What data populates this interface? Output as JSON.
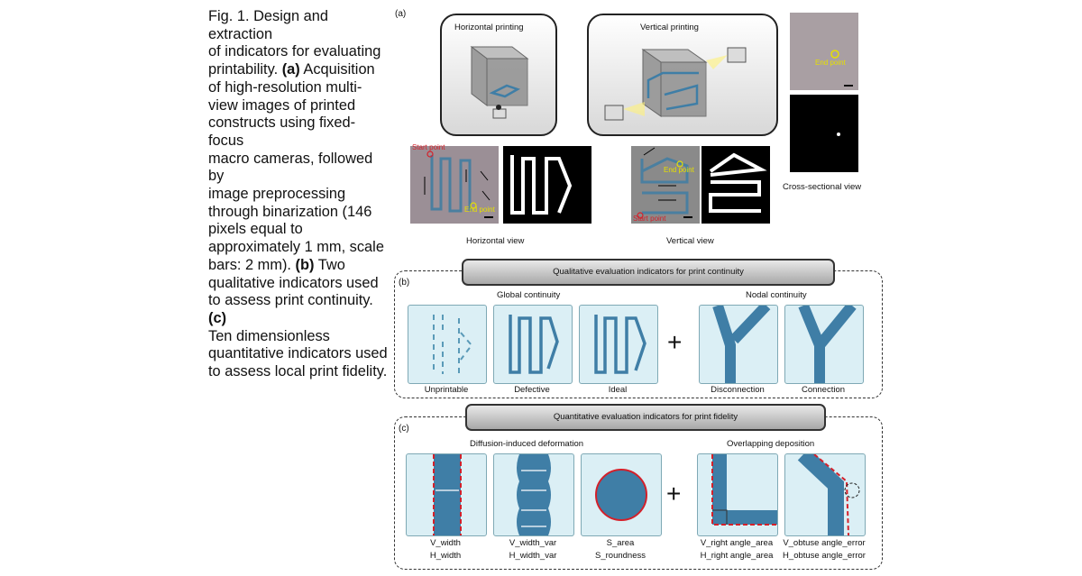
{
  "caption": {
    "lines": [
      "Fig. 1. Design and extraction",
      "of indicators for evaluating",
      "printability.",
      "(a)",
      "Acquisition",
      "of high-resolution multi-",
      "view images of printed",
      "constructs using fixed-focus",
      "macro cameras, followed by",
      "image preprocessing",
      "through binarization (146",
      "pixels equal to",
      "approximately 1 mm, scale",
      "bars: 2 mm).",
      "(b)",
      "Two",
      "qualitative indicators used",
      "to assess print continuity.",
      "(c)",
      "Ten dimensionless",
      "quantitative indicators used",
      "to assess local print fidelity."
    ]
  },
  "panel_a": {
    "letter": "(a)",
    "horizontal_printing": "Horizontal printing",
    "vertical_printing": "Vertical printing",
    "start_point": "Start point",
    "end_point": "End point",
    "horizontal_view": "Horizontal view",
    "vertical_view": "Vertical view",
    "cross_sectional_view": "Cross-sectional view"
  },
  "panel_b": {
    "letter": "(b)",
    "title": "Qualitative evaluation indicators for print continuity",
    "global": "Global continuity",
    "nodal": "Nodal continuity",
    "plus": "+",
    "tiles": [
      "Unprintable",
      "Defective",
      "Ideal",
      "Disconnection",
      "Connection"
    ]
  },
  "panel_c": {
    "letter": "(c)",
    "title": "Quantitative evaluation indicators for print fidelity",
    "diffusion": "Diffusion-induced deformation",
    "overlap": "Overlapping deposition",
    "plus": "+",
    "tiles": [
      {
        "l1": "V_width",
        "l2": "H_width"
      },
      {
        "l1": "V_width_var",
        "l2": "H_width_var"
      },
      {
        "l1": "S_area",
        "l2": "S_roundness"
      },
      {
        "l1": "V_right angle_area",
        "l2": "H_right angle_area"
      },
      {
        "l1": "V_obtuse angle_error",
        "l2": "H_obtuse angle_error"
      }
    ]
  },
  "colors": {
    "filament": "#3f7ea6",
    "tile_bg": "#dbeff5",
    "outline_red": "#d4202a",
    "marker_yellow": "#e6e000"
  }
}
